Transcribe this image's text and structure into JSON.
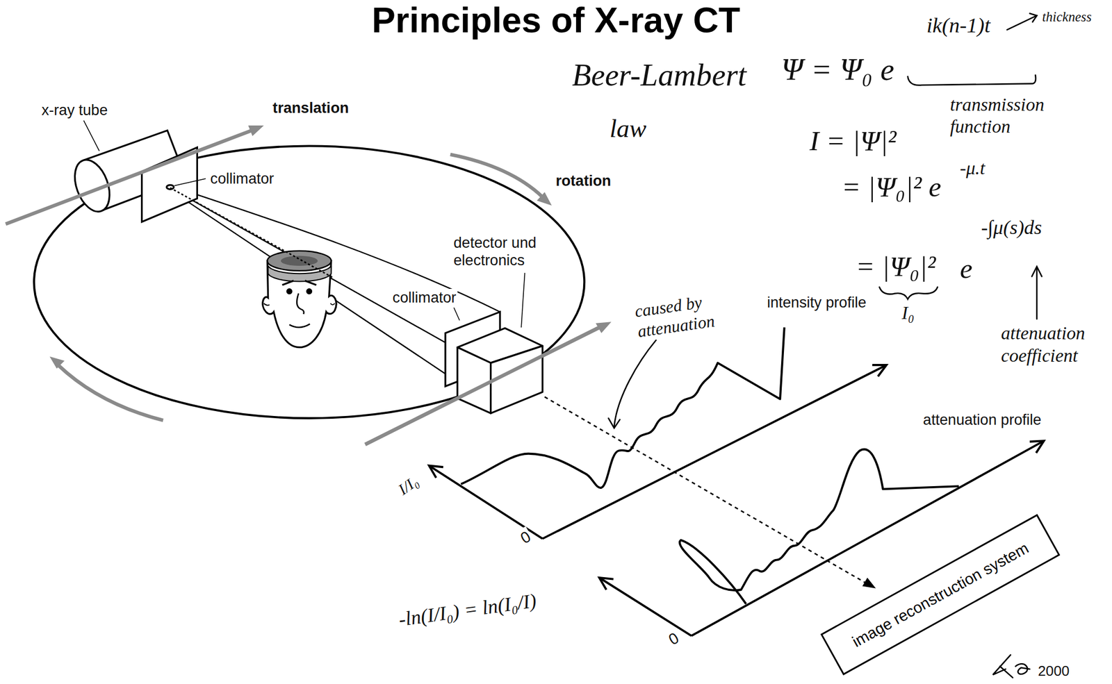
{
  "diagram": {
    "title": "Principles of X-ray CT",
    "nodes": [
      {
        "text": [
          "image reconstruction system"
        ]
      }
    ],
    "labels": [
      "x-ray tube",
      "translation",
      "collimator",
      "rotation",
      "detector und electronics",
      "collimator",
      "intensity profile",
      "attenuation profile",
      "Beer-Lambert",
      "law",
      "Ψ = Ψ₀ e",
      "ik(n-1)t",
      "thickness",
      "transmission function",
      "I = |Ψ|²",
      "= |Ψ₀|² e",
      "-μ.t",
      "= |Ψ₀|²",
      "e",
      "-∫μ(s)ds",
      "I₀",
      "attenuation coefficient",
      "caused by attenuation",
      "I/I₀",
      "0",
      "0",
      "-ln(I/I₀) = ln(I₀/I)",
      "2000"
    ]
  }
}
